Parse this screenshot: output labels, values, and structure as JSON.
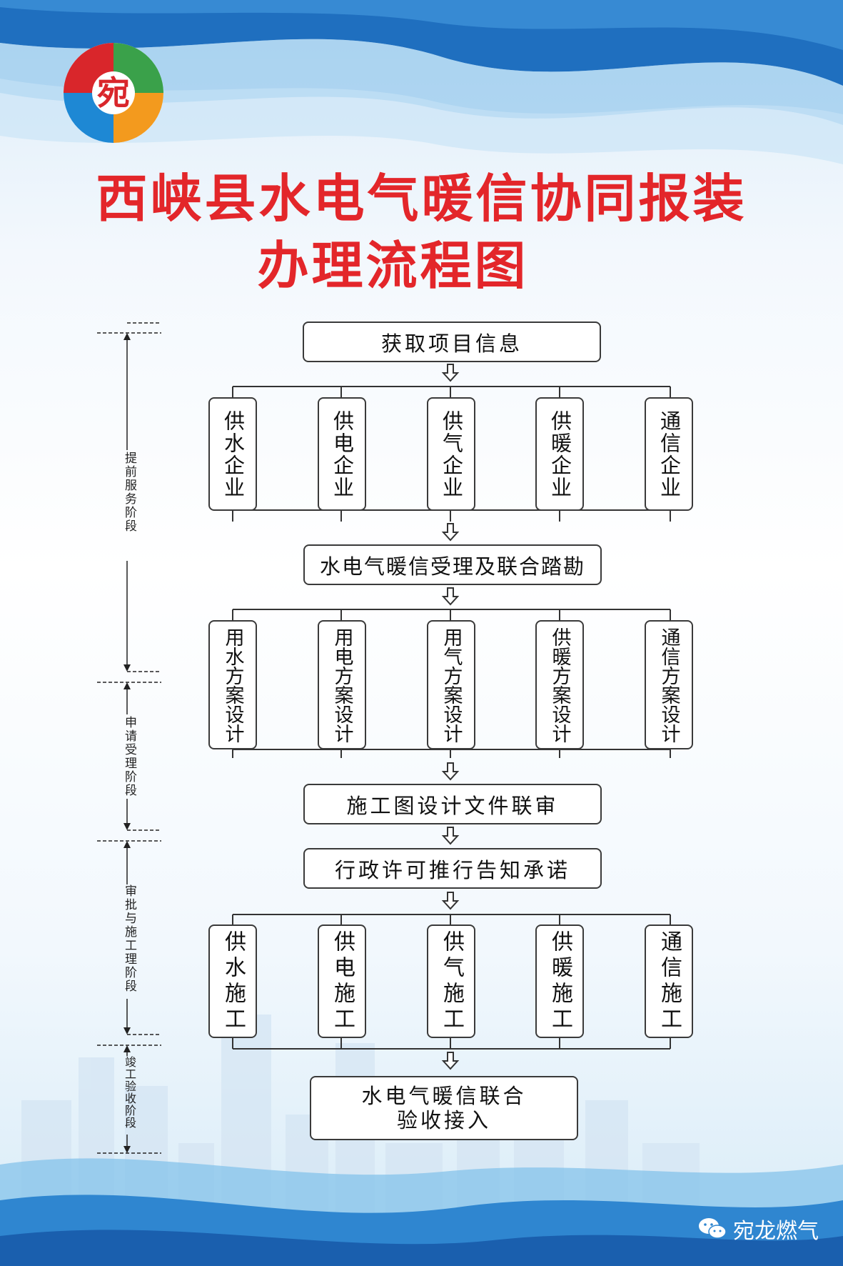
{
  "title": {
    "line1": "西峡县水电气暖信协同报装",
    "line2": "办理流程图"
  },
  "logo": {
    "text": "宛"
  },
  "stages": [
    "提前服务阶段",
    "申请受理阶段",
    "审批与施工理阶段",
    "竣工验收阶段"
  ],
  "flow": {
    "step1": "获取项目信息",
    "row1": [
      "供水企业",
      "供电企业",
      "供气企业",
      "供暖企业",
      "通信企业"
    ],
    "step2": "水电气暖信受理及联合踏勘",
    "row2": [
      "用水方案设计",
      "用电方案设计",
      "用气方案设计",
      "供暖方案设计",
      "通信方案设计"
    ],
    "step3": "施工图设计文件联审",
    "step4": "行政许可推行告知承诺",
    "row3": [
      "供水施工",
      "供电施工",
      "供气施工",
      "供暖施工",
      "通信施工"
    ],
    "step5_line1": "水电气暖信联合",
    "step5_line2": "验收接入"
  },
  "footer": {
    "brand": "宛龙燃气",
    "icon": "wechat-icon"
  },
  "colors": {
    "title": "#e3262a",
    "wave_dark": "#1e6fc0",
    "wave_light": "#4aa3e0"
  }
}
